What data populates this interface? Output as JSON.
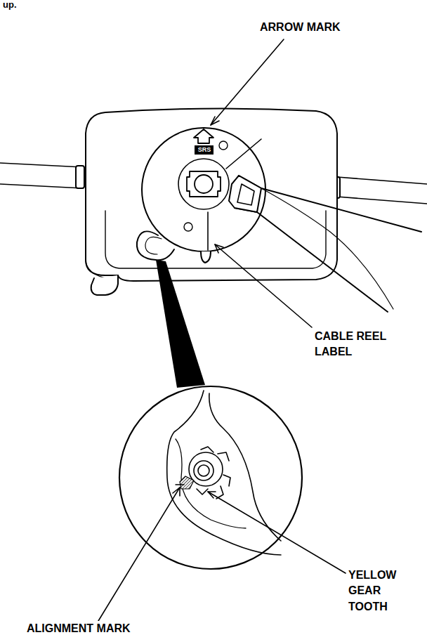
{
  "diagram": {
    "labels": [
      "up.",
      "ARROW MARK",
      "SRS",
      "CABLE REEL LABEL",
      "YELLOW GEAR TOOTH",
      "ALIGNMENT MARK"
    ]
  }
}
